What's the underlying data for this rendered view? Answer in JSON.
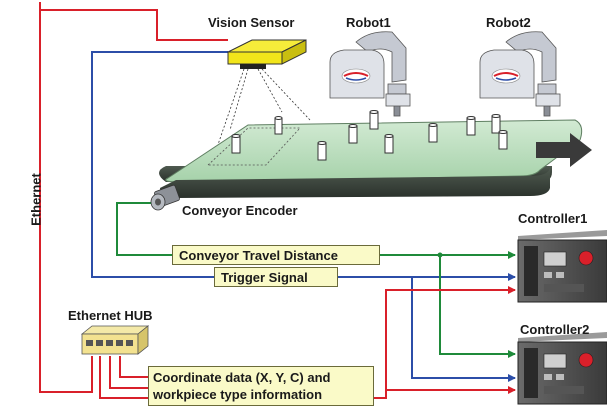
{
  "colors": {
    "ethernet": "#d9202a",
    "trigger": "#2c4ea8",
    "conveyor": "#1f8a3a",
    "label_box_fill": "#fafac8",
    "conveyor_belt": "#b9dcbc",
    "sensor": "#f2e51a"
  },
  "labels": {
    "vision_sensor": "Vision Sensor",
    "robot1": "Robot1",
    "robot2": "Robot2",
    "ethernet": "Ethernet",
    "conveyor_encoder": "Conveyor Encoder",
    "controller1": "Controller1",
    "controller2": "Controller2",
    "ethernet_hub": "Ethernet HUB"
  },
  "signals": {
    "conveyor_travel_distance": "Conveyor Travel Distance",
    "trigger_signal": "Trigger Signal",
    "coordinate_line1": "Coordinate data (X, Y, C) and",
    "coordinate_line2": "workpiece type information"
  },
  "icons": [
    "vision-sensor-icon",
    "robot-icon",
    "conveyor-icon",
    "encoder-icon",
    "controller-icon",
    "ethernet-hub-icon",
    "arrow-icon"
  ]
}
